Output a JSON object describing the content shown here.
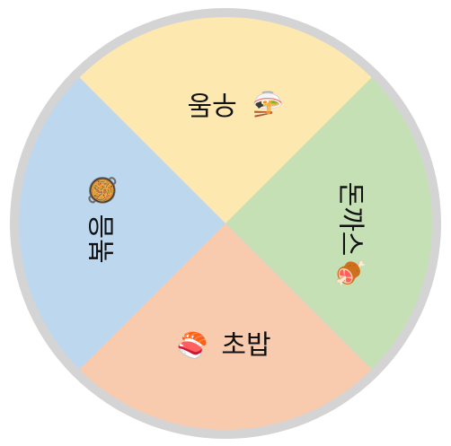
{
  "wheel": {
    "rim_color": "#d4d4d4",
    "segments": [
      {
        "id": "top",
        "label": "우동",
        "icon_name": "noodle-bowl-icon",
        "icon_glyph": "🍜",
        "color": "#fde9b0"
      },
      {
        "id": "right",
        "label": "돈까스",
        "icon_name": "meat-on-bone-icon",
        "icon_glyph": "🍖",
        "color": "#c6e0b6"
      },
      {
        "id": "bottom",
        "label": "초밥",
        "icon_name": "sushi-icon",
        "icon_glyph": "🍣",
        "color": "#f8cbae"
      },
      {
        "id": "left",
        "label": "볶음",
        "icon_name": "paella-pan-icon",
        "icon_glyph": "🥘",
        "color": "#bdd7ee"
      }
    ]
  }
}
